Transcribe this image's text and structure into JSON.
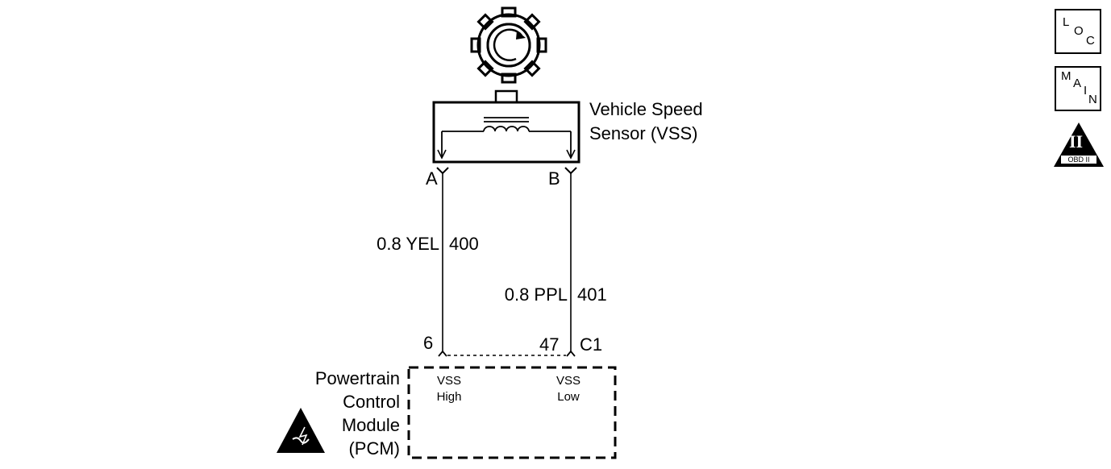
{
  "sensor": {
    "name_line1": "Vehicle Speed",
    "name_line2": "Sensor (VSS)",
    "terminal_a": "A",
    "terminal_b": "B"
  },
  "wires": [
    {
      "size_color": "0.8 YEL",
      "circuit": "400"
    },
    {
      "size_color": "0.8 PPL",
      "circuit": "401"
    }
  ],
  "pcm": {
    "pin_high": "6",
    "pin_low": "47",
    "connector": "C1",
    "name_lines": [
      "Powertrain",
      "Control",
      "Module",
      "(PCM)"
    ],
    "input_high": [
      "VSS",
      "High"
    ],
    "input_low": [
      "VSS",
      "Low"
    ]
  },
  "icons": {
    "loc": {
      "l": "L",
      "o": "O",
      "c": "C"
    },
    "main": {
      "m": "M",
      "a": "A",
      "i": "I",
      "n": "N"
    },
    "obd": {
      "numeral": "II",
      "label": "OBD II"
    },
    "reluctor": "reluctor-wheel-icon",
    "esd": "esd-warning-icon"
  }
}
